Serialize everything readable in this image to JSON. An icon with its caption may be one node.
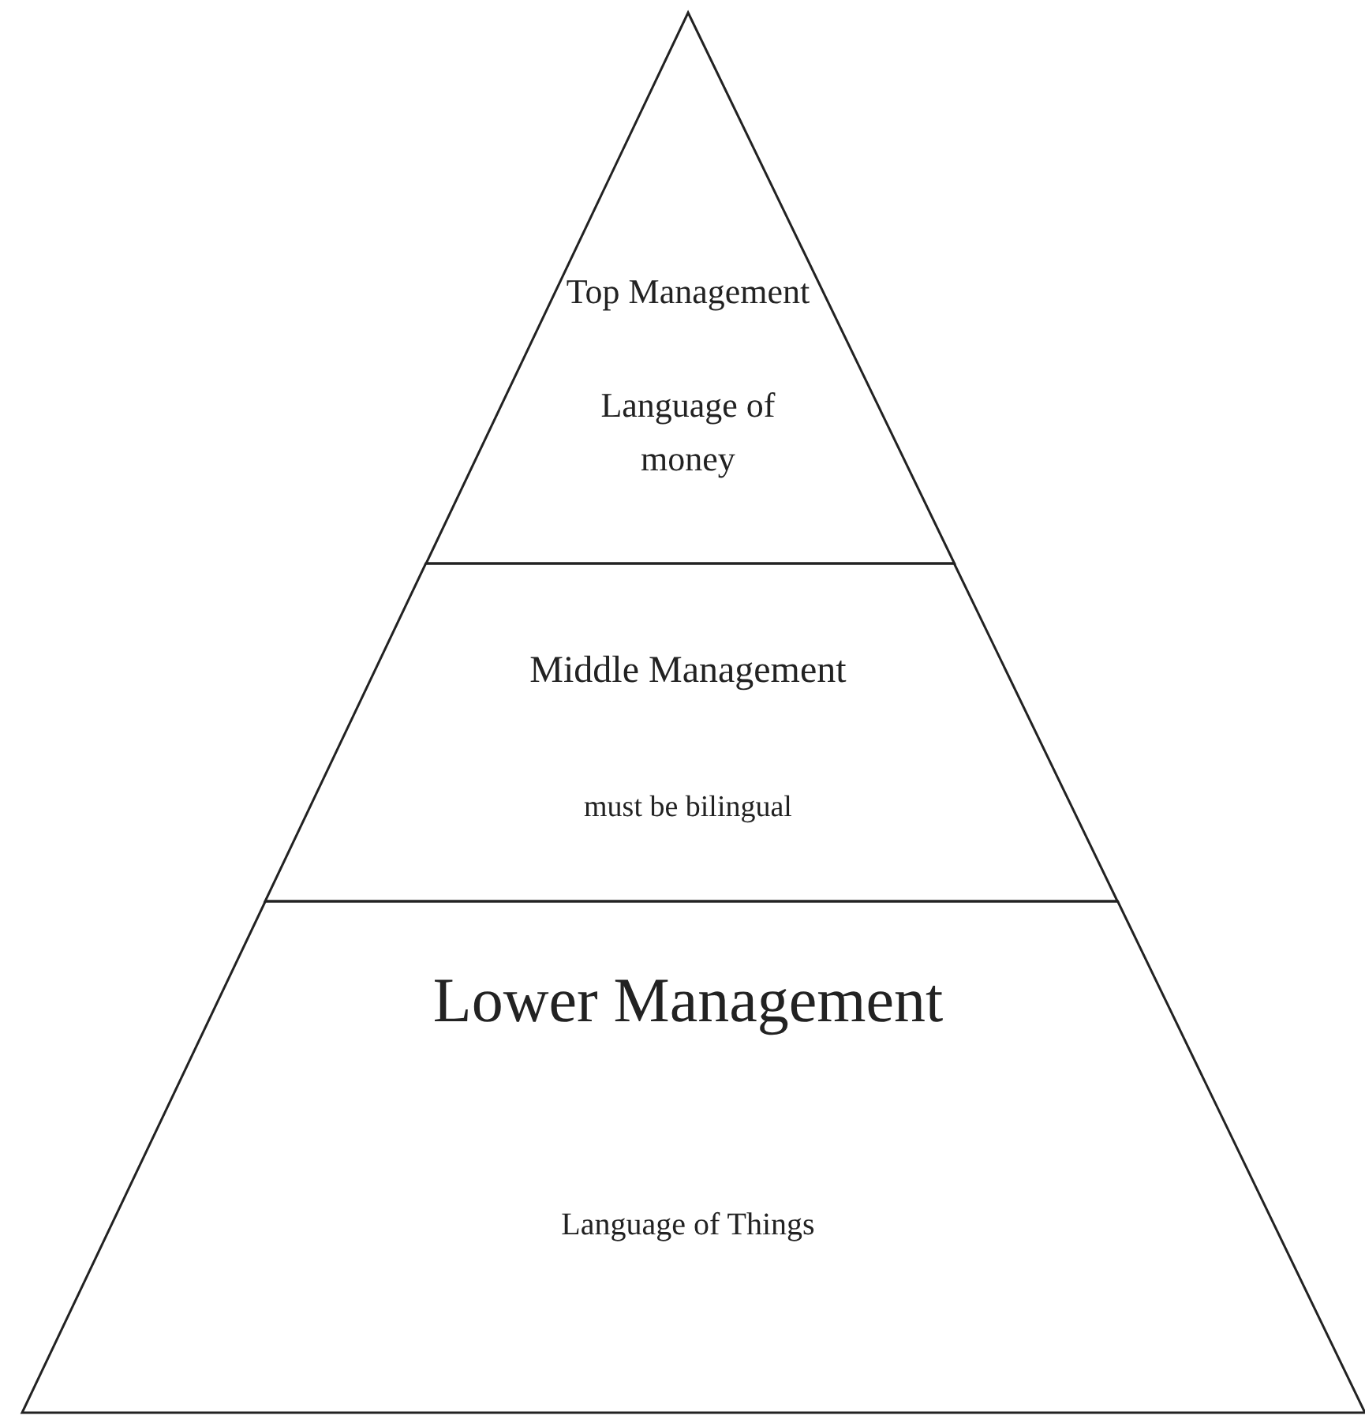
{
  "diagram": {
    "nodes": [
      {
        "text": [
          "Top Management",
          "Language of money"
        ]
      },
      {
        "text": [
          "Middle Management",
          "must be bilingual"
        ]
      },
      {
        "text": [
          "Lower Management",
          "Language of Things"
        ]
      }
    ]
  }
}
